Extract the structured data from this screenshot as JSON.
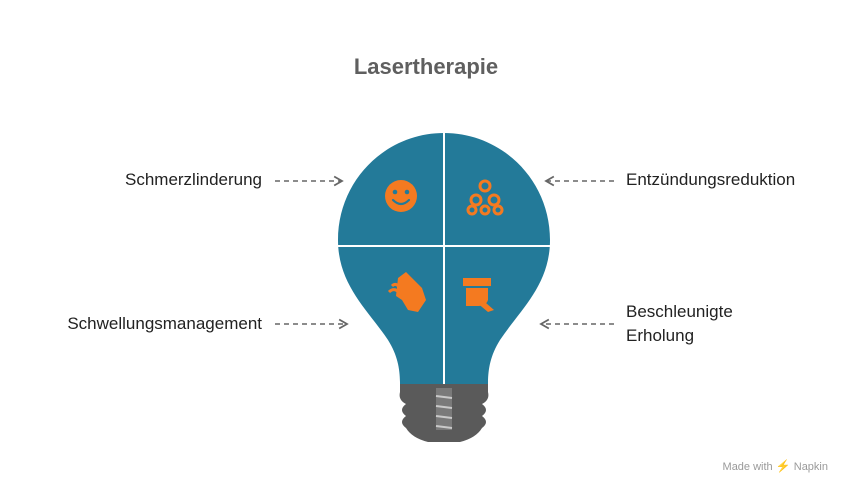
{
  "title": "Lasertherapie",
  "labels": {
    "top_left": "Schmerzlinderung",
    "top_right": "Entzündungsreduktion",
    "bottom_left": "Schwellungsmanagement",
    "bottom_right_line1": "Beschleunigte",
    "bottom_right_line2": "Erholung"
  },
  "icons": {
    "top_left": "smiley-face-icon",
    "top_right": "cells-cluster-icon",
    "bottom_left": "hand-touch-icon",
    "bottom_right": "recovery-person-icon"
  },
  "footer": {
    "made_with": "Made with",
    "brand": "Napkin"
  },
  "colors": {
    "bulb": "#237a99",
    "icon": "#f47a20",
    "base": "#5a5a5a",
    "title": "#5f5f5f",
    "arrow": "#666666"
  }
}
